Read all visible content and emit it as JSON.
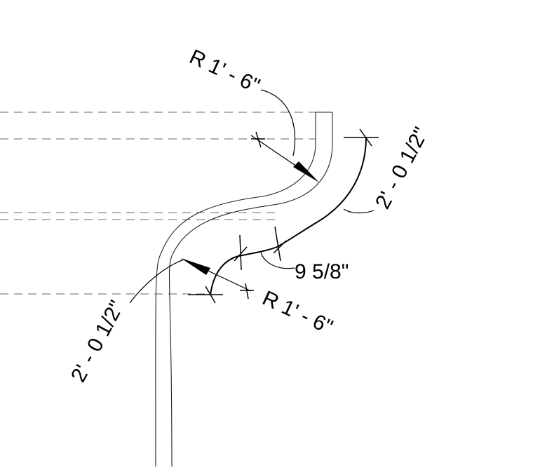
{
  "annotations": {
    "radius_top": "R 1' - 6\"",
    "radius_bottom": "R 1' - 6\"",
    "length_right": "2' - 0 1/2\"",
    "length_left": "2' - 0 1/2\"",
    "offset": "9 5/8\""
  },
  "colors": {
    "line": "#000000",
    "reference_line": "#666666",
    "background": "#ffffff"
  }
}
